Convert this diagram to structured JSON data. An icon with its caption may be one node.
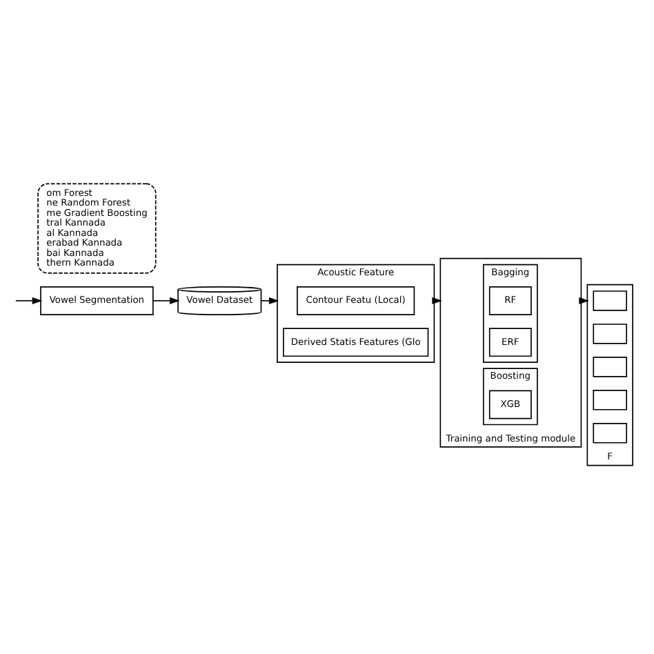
{
  "diagram": {
    "nodes": [
      {
        "text": [
          "Vowel Segmentation"
        ]
      },
      {
        "text": [
          "Vowel Dataset"
        ]
      },
      {
        "text": [
          "Acoustic Feature"
        ]
      },
      {
        "text": [
          "Contour Featu (Local)"
        ],
        "in": 2
      },
      {
        "text": [
          "Derived Statis Features (Glo"
        ],
        "in": 2
      },
      {
        "text": [
          "Training and Testing module"
        ]
      },
      {
        "text": [
          "Bagging"
        ],
        "in": 5
      },
      {
        "text": [
          "RF"
        ],
        "in": 6
      },
      {
        "text": [
          "ERF"
        ],
        "in": 6
      },
      {
        "text": [
          "Boosting"
        ],
        "in": 5
      },
      {
        "text": [
          "XGB"
        ],
        "in": 9
      },
      {
        "text": [
          "F"
        ]
      },
      {
        "text": [],
        "shape": "box",
        "in": 11
      },
      {
        "text": [],
        "shape": "box",
        "in": 11
      },
      {
        "text": [],
        "shape": "box",
        "in": 11
      },
      {
        "text": [],
        "shape": "box",
        "in": 11
      },
      {
        "text": [],
        "shape": "box",
        "in": 11
      },
      {
        "text": [
          "om Forest",
          "ne Random Forest",
          "me Gradient Boosting",
          "tral Kannada",
          "al Kannada",
          "erabad Kannada",
          "bai Kannada",
          "thern Kannada"
        ]
      }
    ],
    "edges": [
      {
        "from": null,
        "to": 0,
        "arrow": "to"
      },
      {
        "from": 0,
        "to": 1,
        "arrow": "to"
      },
      {
        "from": 1,
        "to": 2,
        "arrow": "to"
      },
      {
        "from": 2,
        "to": 5,
        "arrow": "to"
      },
      {
        "from": 5,
        "to": 11,
        "arrow": "to"
      }
    ]
  }
}
